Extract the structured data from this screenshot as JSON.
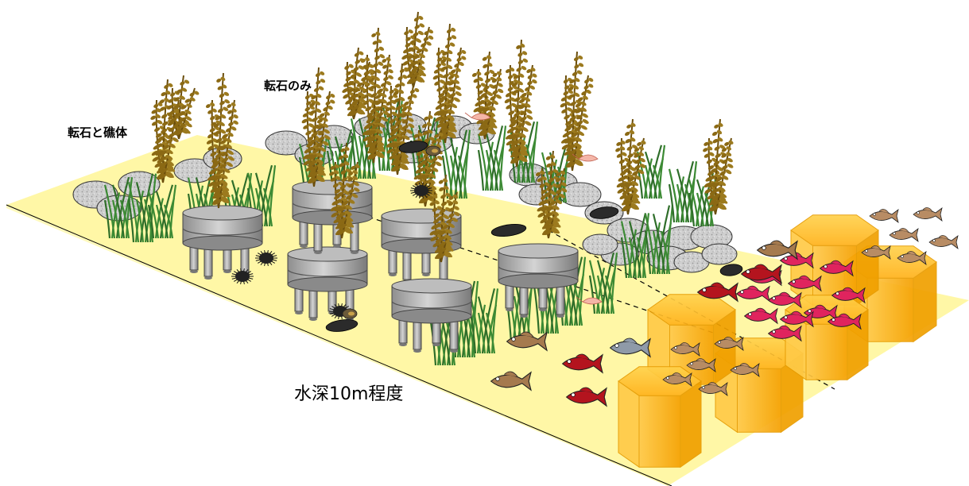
{
  "labels": {
    "rocks_and_reef_blocks": "転石と礁体",
    "rocks_only": "転石のみ",
    "water_depth": "水深10m程度"
  },
  "colors": {
    "seabed": "#FFF7A6",
    "seabed_side": "#FFF9BC",
    "rock": "#C8C8C8",
    "reef_block": "#A8A8A8",
    "seaweed_brown": "#8B6914",
    "seagrass": "#3C8A34",
    "hex_block": "#FFC233",
    "red_snapper": "#E0245E",
    "flatfish": "#B4141E",
    "rockfish": "#B88C64"
  },
  "icons": {
    "sea_urchin": "sea-urchin-icon",
    "sea_cucumber": "sea-cucumber-icon",
    "abalone": "abalone-icon",
    "shrimp": "shrimp-icon"
  }
}
